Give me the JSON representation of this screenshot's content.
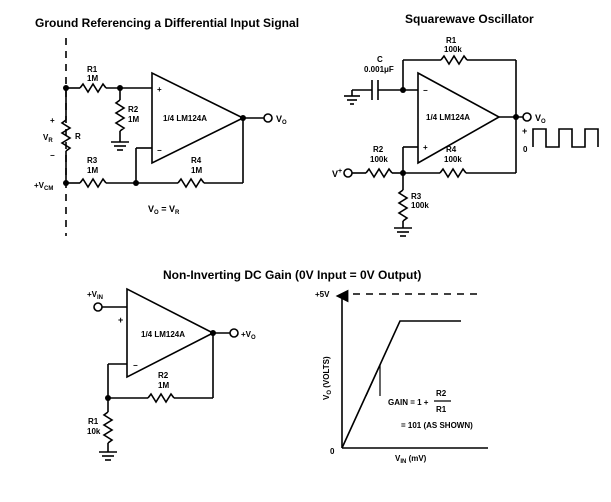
{
  "circuits": {
    "ground_ref": {
      "title": "Ground Referencing a Differential Input Signal",
      "opamp": "1/4 LM124A",
      "plus": "+",
      "minus": "−",
      "r1_name": "R1",
      "r1_val": "1M",
      "r2_name": "R2",
      "r2_val": "1M",
      "r3_name": "R3",
      "r3_val": "1M",
      "r4_name": "R4",
      "r4_val": "1M",
      "vr_label": "V",
      "vr_sub": "R",
      "r_label": "R",
      "vr_plus": "+",
      "vr_minus": "−",
      "vcm_label": "+V",
      "vcm_sub": "CM",
      "vo_label": "V",
      "vo_sub": "O",
      "eq_left": "V",
      "eq_left_sub": "O",
      "eq_mid": " = V",
      "eq_right_sub": "R"
    },
    "squarewave": {
      "title": "Squarewave Oscillator",
      "opamp": "1/4 LM124A",
      "plus": "+",
      "minus": "−",
      "c_name": "C",
      "c_val": "0.001μF",
      "r1_name": "R1",
      "r1_val": "100k",
      "r2_name": "R2",
      "r2_val": "100k",
      "r3_name": "R3",
      "r3_val": "100k",
      "r4_name": "R4",
      "r4_val": "100k",
      "vplus_label": "V",
      "vplus_sup": "+",
      "vo_label": "V",
      "vo_sub": "O",
      "wave_plus": "+",
      "wave_zero": "0"
    },
    "noninverting": {
      "title": "Non-Inverting DC Gain (0V Input = 0V Output)",
      "opamp": "1/4 LM124A",
      "plus": "+",
      "minus": "−",
      "vin_label": "+V",
      "vin_sub": "IN",
      "vo_label": "+V",
      "vo_sub": "O",
      "r1_name": "R1",
      "r1_val": "10k",
      "r2_name": "R2",
      "r2_val": "1M"
    }
  },
  "gain_graph": {
    "y_top_label": "+5V",
    "ylabel": "V",
    "ylabel_sub": "O",
    "ylabel_tail": " (VOLTS)",
    "xlabel": "V",
    "xlabel_sub": "IN",
    "xlabel_tail": " (mV)",
    "origin": "0",
    "gain_text": "GAIN = 1 +",
    "frac_num": "R2",
    "frac_den": "R1",
    "gain_value": "= 101 (AS SHOWN)"
  }
}
